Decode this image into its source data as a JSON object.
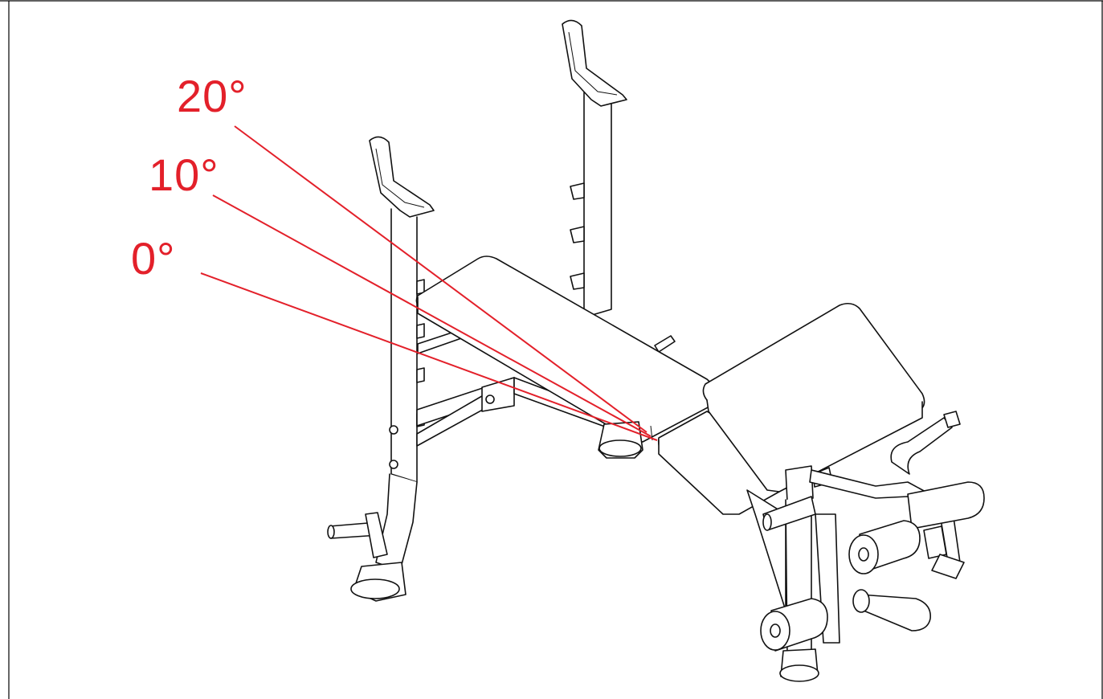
{
  "diagram": {
    "subject": "weight-bench-with-leg-developer",
    "accent_color": "#e3202a",
    "line_color": "#111111",
    "angle_labels": [
      {
        "key": "a20",
        "text": "20°"
      },
      {
        "key": "a10",
        "text": "10°"
      },
      {
        "key": "a0",
        "text": "0°"
      }
    ]
  }
}
